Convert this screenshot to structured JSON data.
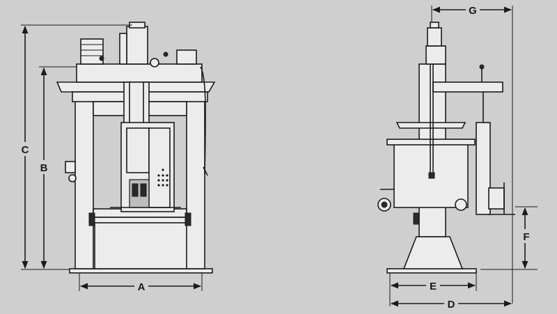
{
  "labels": {
    "A": "A",
    "B": "B",
    "C": "C",
    "D": "D",
    "E": "E",
    "F": "F",
    "G": "G"
  },
  "colors": {
    "background": "#cfcfcf",
    "line": "#1a1a1a",
    "body": "#ececec"
  }
}
